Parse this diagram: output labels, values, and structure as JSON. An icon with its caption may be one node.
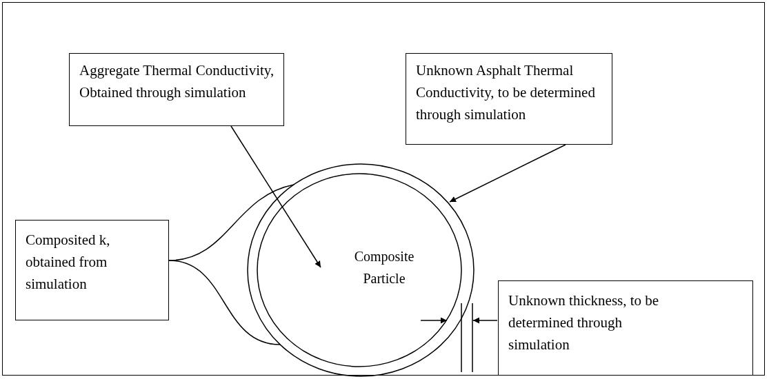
{
  "diagram": {
    "nodes": [
      {
        "text": [
          "Aggregate Thermal Conductivity, Obtained through simulation"
        ]
      },
      {
        "text": [
          "Unknown Asphalt Thermal Conductivity, to be determined through simulation"
        ]
      },
      {
        "text": [
          "Composited k, obtained from simulation"
        ]
      },
      {
        "text": [],
        "shape": "circle"
      },
      {
        "text": [
          "Composite Particle"
        ],
        "in": 3
      },
      {
        "text": [
          "Unknown thickness, to be determined through simulation"
        ]
      }
    ],
    "edges": [
      {
        "from": 0,
        "to": 4,
        "arrow": "to"
      },
      {
        "from": 1,
        "to": 3,
        "arrow": "to"
      },
      {
        "from": 2,
        "to": 3,
        "arrow": "none"
      },
      {
        "from": 2,
        "to": 3,
        "arrow": "none"
      },
      {
        "from": null,
        "to": 4,
        "arrow": "to"
      },
      {
        "from": 5,
        "to": 3,
        "arrow": "to"
      }
    ]
  }
}
